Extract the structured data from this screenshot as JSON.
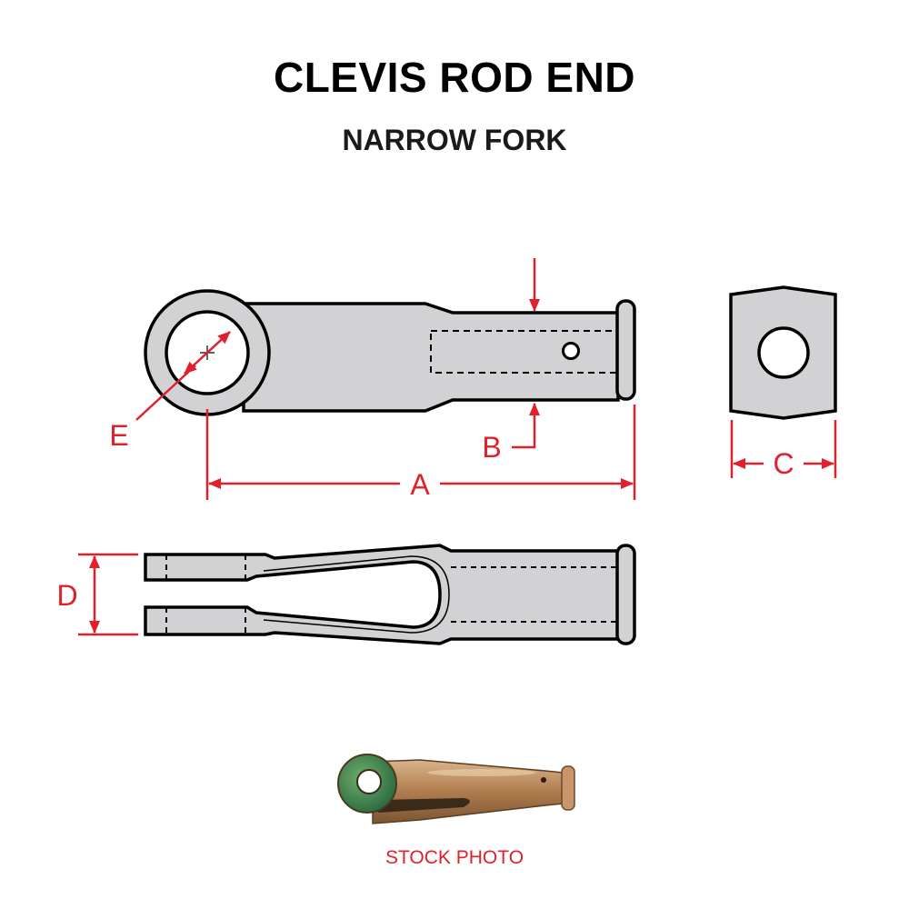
{
  "title": "CLEVIS ROD END",
  "subtitle": "NARROW FORK",
  "dimensions": {
    "a": "A",
    "b": "B",
    "c": "C",
    "d": "D",
    "e": "E"
  },
  "photo_caption": "STOCK PHOTO",
  "colors": {
    "part_fill": "#d2d2d4",
    "outline": "#000000",
    "dimension": "#e0202a",
    "photo_bronze": "#b88a5a",
    "photo_patina": "#3f8a55"
  }
}
